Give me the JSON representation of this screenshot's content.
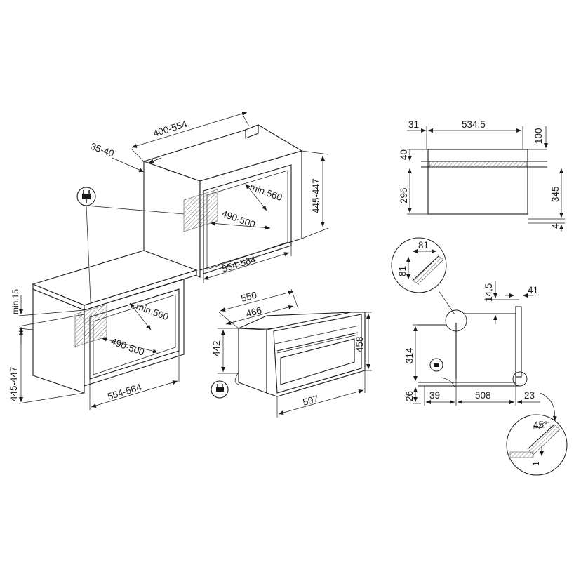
{
  "dimensions": {
    "top_depth": "400-554",
    "top_gap": "35-40",
    "top_height": "445-447",
    "top_inner_depth": "min.560",
    "top_inner_mid": "490-500",
    "top_width": "554-564",
    "lower_min_gap": "min.15",
    "lower_height": "445-447",
    "lower_inner_depth": "min.560",
    "lower_inner_mid": "490-500",
    "lower_width": "554-564",
    "oven_depth_total": "550",
    "oven_depth_body": "466",
    "oven_height_body": "442",
    "oven_height_front": "458",
    "oven_width": "597",
    "tv_left": "31",
    "tv_width": "534,5",
    "tv_right": "100",
    "tv_top": "40",
    "tv_height": "296",
    "tv_height_right": "345",
    "tv_bottom": "4",
    "detail_a_w": "81",
    "detail_a_h": "81",
    "side_top": "14,5",
    "side_right": "41",
    "side_height": "314",
    "side_bottom": "26",
    "side_base_left": "39",
    "side_base_depth": "508",
    "side_base_right": "23",
    "detail_b_angle": "45°",
    "detail_b_offset": "1"
  }
}
